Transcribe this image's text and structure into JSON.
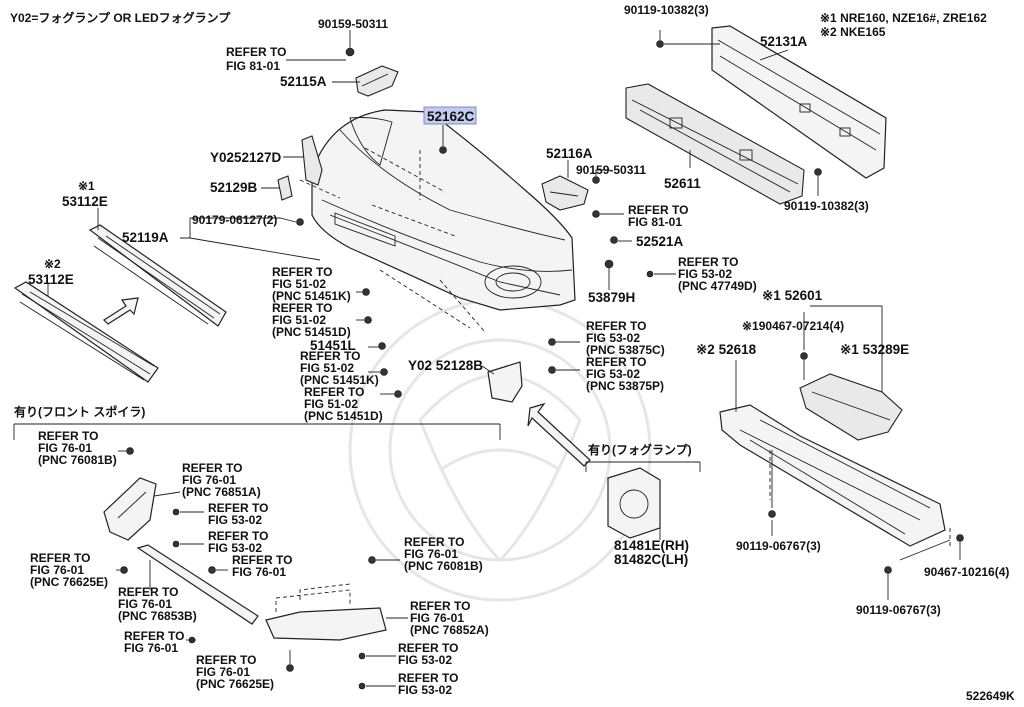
{
  "notes": {
    "variant": "Y02=フォグランプ OR LEDフォグランプ",
    "note1": "※1  NRE160, NZE16#, ZRE162",
    "note2": "※2  NKE165",
    "sheet_id": "522649K"
  },
  "sections": {
    "front_spoiler": "有り(フロント スポイラ)",
    "fog_lamp": "有り(フォグランプ)"
  },
  "labels": {
    "p90159_top": "90159-50311",
    "ref81_top_a": "REFER TO",
    "ref81_top_b": "FIG 81-01",
    "p52115A": "52115A",
    "p52162C": "52162C",
    "p52127D": "Y0252127D",
    "p52129B": "52129B",
    "p53112E_top_mark": "※1",
    "p53112E_top": "53112E",
    "p90179": "90179-06127(2)",
    "p52119A": "52119A",
    "p53112E_bot_mark": "※2",
    "p53112E_bot": "53112E",
    "r5102a_1": "REFER TO",
    "r5102a_2": "FIG 51-02",
    "r5102a_3": "(PNC 51451K)",
    "r5102b_1": "REFER TO",
    "r5102b_2": "FIG 51-02",
    "r5102b_3": "(PNC 51451D)",
    "p51451L": "51451L",
    "r5102c_1": "REFER TO",
    "r5102c_2": "FIG 51-02",
    "r5102c_3": "(PNC 51451K)",
    "r5102d_1": "REFER TO",
    "r5102d_2": "FIG 51-02",
    "r5102d_3": "(PNC 51451D)",
    "p52128B": "Y02 52128B",
    "p90119_top": "90119-10382(3)",
    "p52131A": "52131A",
    "p52116A": "52116A",
    "p90159_mid": "90159-50311",
    "p52611": "52611",
    "p90119_mid": "90119-10382(3)",
    "ref81_mid_a": "REFER TO",
    "ref81_mid_b": "FIG 81-01",
    "p52521A": "52521A",
    "r5302a_1": "REFER TO",
    "r5302a_2": "FIG 53-02",
    "r5302a_3": "(PNC 47749D)",
    "p53879H": "53879H",
    "r5302b_1": "REFER TO",
    "r5302b_2": "FIG 53-02",
    "r5302b_3": "(PNC 53875C)",
    "r5302c_1": "REFER TO",
    "r5302c_2": "FIG 53-02",
    "r5302c_3": "(PNC 53875P)",
    "p52601": "※1 52601",
    "p90467_top": "※190467-07214(4)",
    "p52618": "※2 52618",
    "p53289E": "※1 53289E",
    "p81481E": "81481E(RH)",
    "p81482C": "81482C(LH)",
    "p90119_b1": "90119-06767(3)",
    "p90467_bot": "90467-10216(4)",
    "p90119_b2": "90119-06767(3)",
    "s1_1": "REFER TO",
    "s1_2": "FIG 76-01",
    "s1_3": "(PNC 76081B)",
    "s2_1": "REFER TO",
    "s2_2": "FIG 76-01",
    "s2_3": "(PNC 76851A)",
    "s3_1": "REFER TO",
    "s3_2": "FIG 53-02",
    "s4_1": "REFER TO",
    "s4_2": "FIG 53-02",
    "s5_1": "REFER TO",
    "s5_2": "FIG 76-01",
    "s5_3": "(PNC 76625E)",
    "s6_1": "REFER TO",
    "s6_2": "FIG 76-01",
    "s7_1": "REFER TO",
    "s7_2": "FIG 76-01",
    "s7_3": "(PNC 76081B)",
    "s8_1": "REFER TO",
    "s8_2": "FIG 76-01",
    "s8_3": "(PNC 76853B)",
    "s9_1": "REFER TO",
    "s9_2": "FIG 76-01",
    "s9_3": "(PNC 76852A)",
    "s10_1": "REFER TO",
    "s10_2": "FIG 76-01",
    "s11_1": "REFER TO",
    "s11_2": "FIG 76-01",
    "s11_3": "(PNC 76625E)",
    "s12_1": "REFER TO",
    "s12_2": "FIG 53-02",
    "s13_1": "REFER TO",
    "s13_2": "FIG 53-02"
  },
  "colors": {
    "highlight": "#c5cbee",
    "ink": "#111111",
    "watermark": "#e6e6e6"
  }
}
